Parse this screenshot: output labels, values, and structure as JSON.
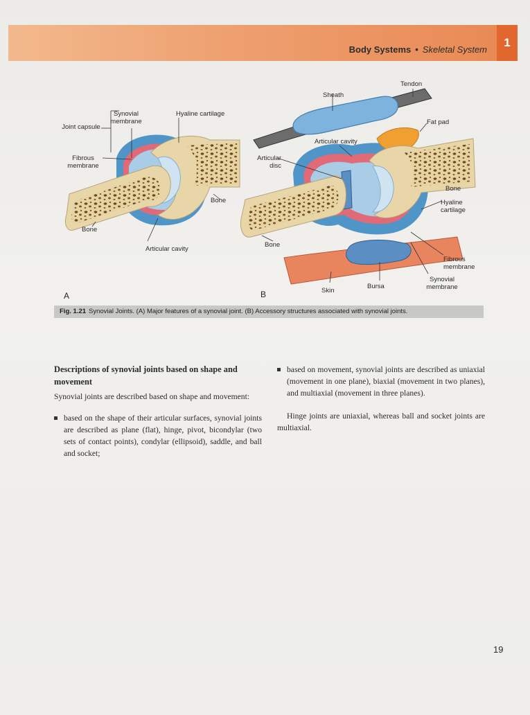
{
  "header": {
    "title": "Body Systems",
    "separator": "•",
    "subtitle": "Skeletal System",
    "chapter": "1"
  },
  "figure": {
    "panel_a": {
      "letter": "A",
      "labels": {
        "joint_capsule": "Joint capsule",
        "synovial_membrane": "Synovial membrane",
        "hyaline_cartilage": "Hyaline cartilage",
        "fibrous_membrane": "Fibrous membrane",
        "bone_right": "Bone",
        "bone_left": "Bone",
        "articular_cavity": "Articular cavity"
      }
    },
    "panel_b": {
      "letter": "B",
      "labels": {
        "tendon": "Tendon",
        "sheath": "Sheath",
        "fat_pad": "Fat pad",
        "articular_cavity": "Articular cavity",
        "articular_disc": "Articular disc",
        "bone_right": "Bone",
        "hyaline_cartilage": "Hyaline cartilage",
        "bone_left": "Bone",
        "fibrous_membrane": "Fibrous membrane",
        "synovial_membrane": "Synovial membrane",
        "skin": "Skin",
        "bursa": "Bursa"
      }
    },
    "caption": {
      "number": "Fig. 1.21",
      "text": "Synovial Joints. (A) Major features of a synovial joint. (B) Accessory structures associated with synovial joints."
    }
  },
  "left_column": {
    "heading": "Descriptions of synovial joints based on shape and movement",
    "intro": "Synovial joints are described based on shape and movement:",
    "bullet": "based on the shape of their articular surfaces, synovial joints are described as plane (flat), hinge, pivot, bicondylar (two sets of contact points), condylar (ellipsoid), saddle, and ball and socket;"
  },
  "right_column": {
    "bullet": "based on movement, synovial joints are described as uniaxial (movement in one plane), biaxial (movement in two planes), and multiaxial (movement in three planes).",
    "para": "Hinge joints are uniaxial, whereas ball and socket joints are multiaxial."
  },
  "page_number": "19",
  "colors": {
    "header_band": "#eea070",
    "chapter_tab": "#e2672f",
    "bone": "#e8d6a8",
    "capsule": "#4f95c8",
    "cartilage": "#cfe3f0",
    "synovial": "#e06a78",
    "skin": "#e8855f",
    "fat_pad": "#f0a030"
  }
}
